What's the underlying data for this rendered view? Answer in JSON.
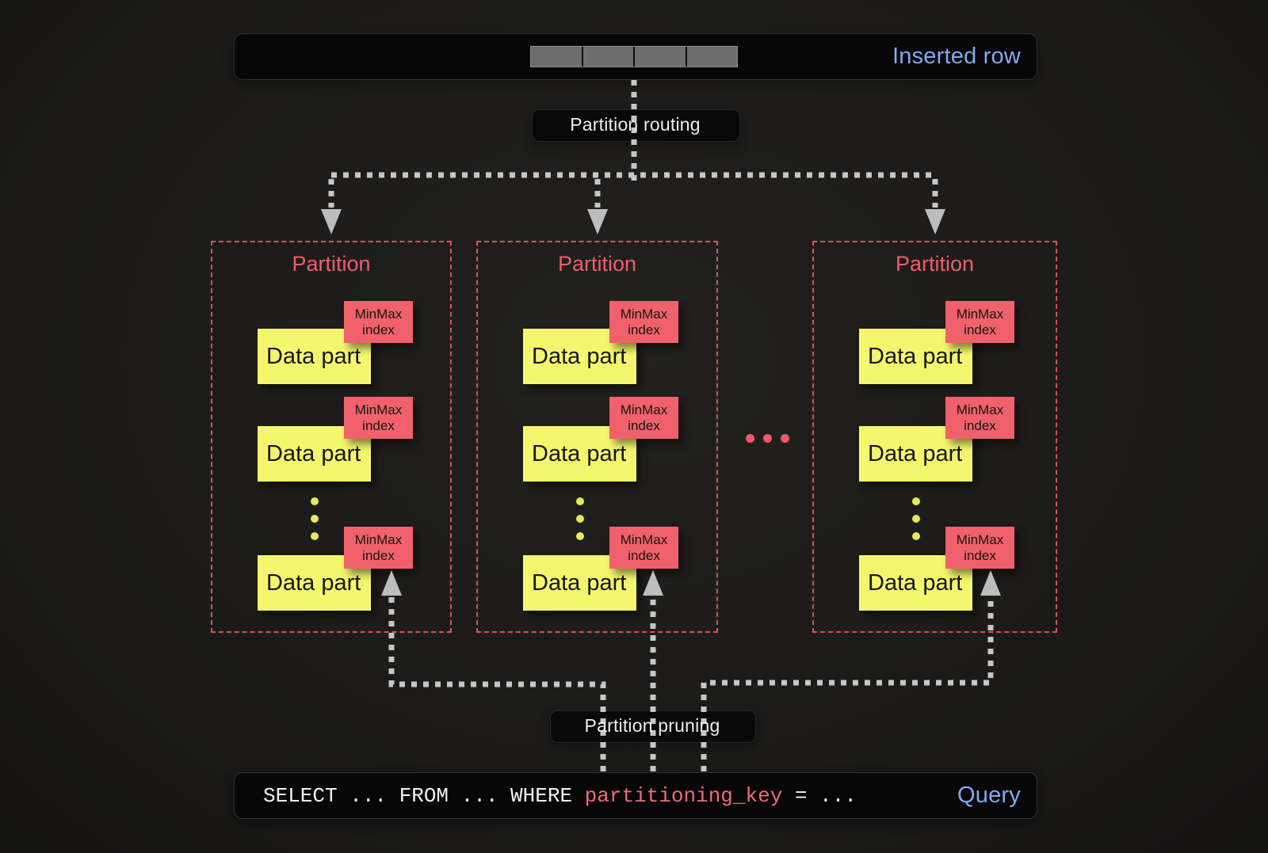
{
  "inserted_row_bar": {
    "label": "Inserted row",
    "cell_count": 4
  },
  "routing_label": "Partition routing",
  "pruning_label": "Partition pruning",
  "partitions": [
    {
      "title": "Partition",
      "data_parts": [
        {
          "label": "Data part",
          "index_label": "MinMax index"
        },
        {
          "label": "Data part",
          "index_label": "MinMax index"
        },
        {
          "label": "Data part",
          "index_label": "MinMax index"
        }
      ]
    },
    {
      "title": "Partition",
      "data_parts": [
        {
          "label": "Data part",
          "index_label": "MinMax index"
        },
        {
          "label": "Data part",
          "index_label": "MinMax index"
        },
        {
          "label": "Data part",
          "index_label": "MinMax index"
        }
      ]
    },
    {
      "title": "Partition",
      "data_parts": [
        {
          "label": "Data part",
          "index_label": "MinMax index"
        },
        {
          "label": "Data part",
          "index_label": "MinMax index"
        },
        {
          "label": "Data part",
          "index_label": "MinMax index"
        }
      ]
    }
  ],
  "more_partitions_ellipsis": "...",
  "query_bar": {
    "code_before_key": "SELECT ... FROM ... WHERE ",
    "key": "partitioning_key",
    "code_after_key": " = ...",
    "label": "Query"
  },
  "colors": {
    "background": "#1d1c1a",
    "bar_background": "#070707",
    "accent_blue": "#7faaf0",
    "partition_red": "#ee5d6c",
    "minmax_tag_red": "#f1616c",
    "data_part_yellow": "#f4f76d",
    "connector_gray": "#c6c6c6",
    "row_cell_gray": "#6d6d6d",
    "partitioning_key_red": "#ee6b74",
    "vertical_dots_yellow": "#e9e955"
  }
}
